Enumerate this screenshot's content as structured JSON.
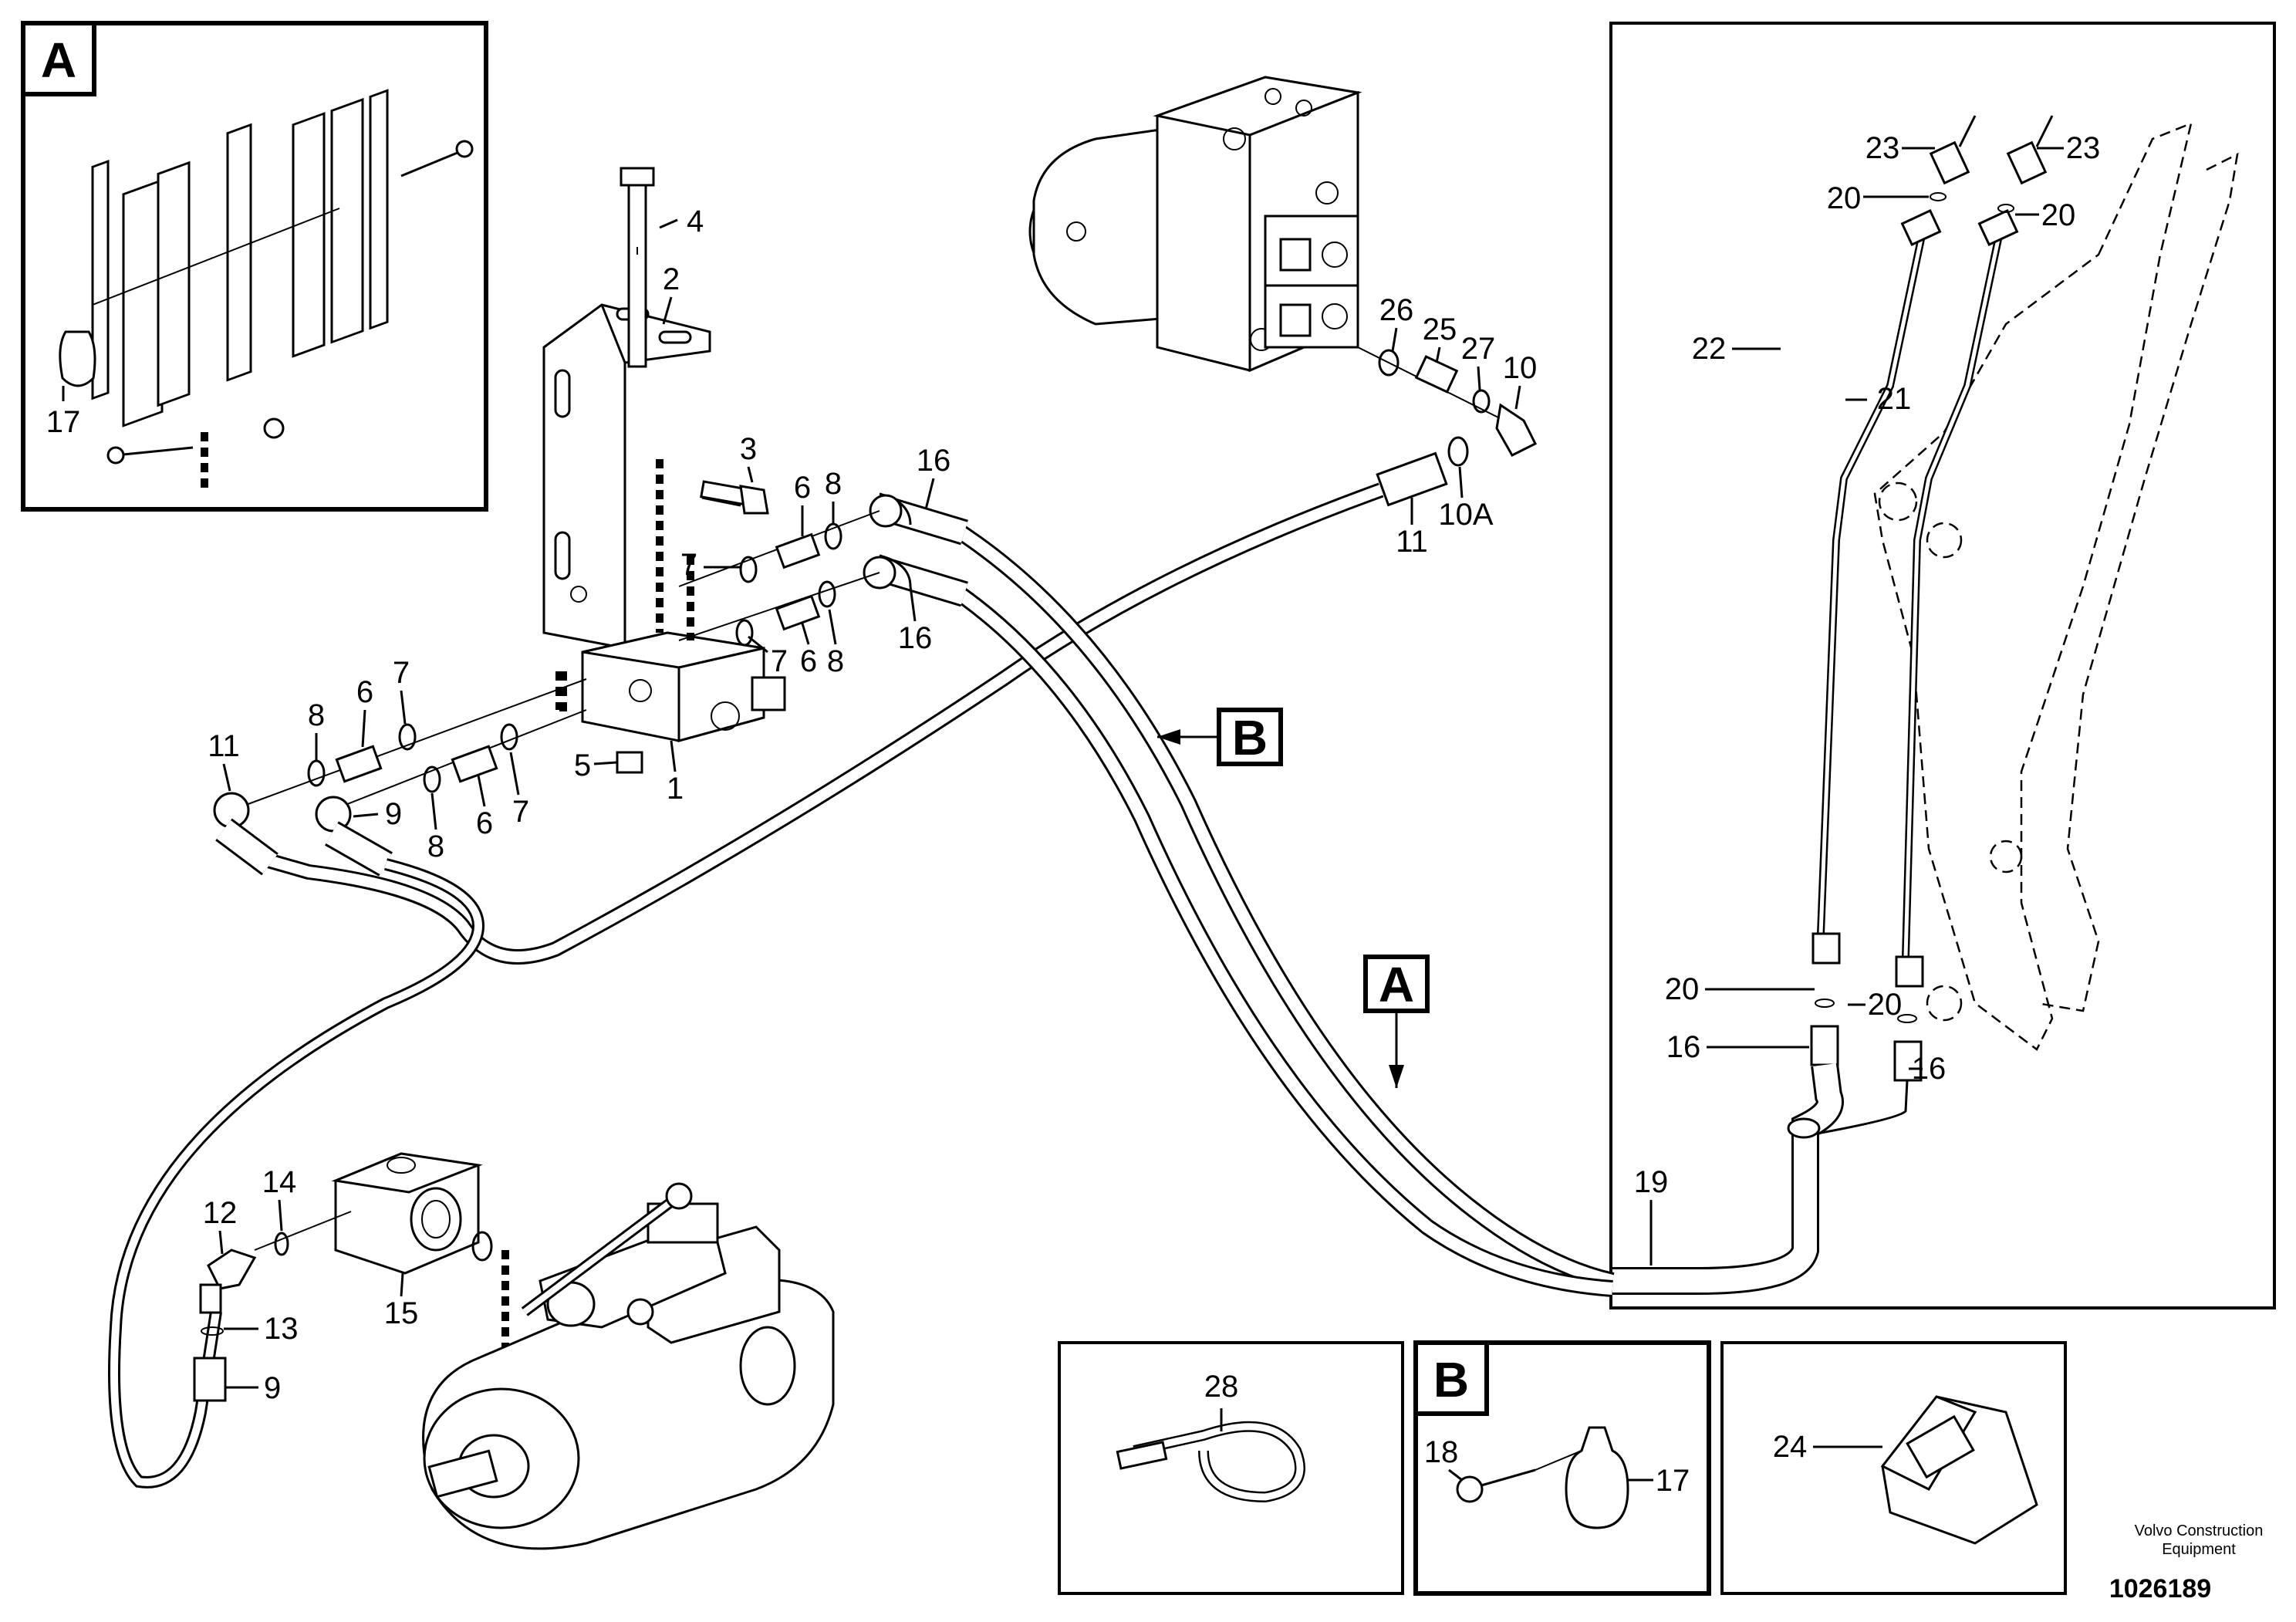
{
  "callouts": {
    "c1": "1",
    "c2": "2",
    "c3": "3",
    "c4": "4",
    "c5": "5",
    "c6a": "6",
    "c6b": "6",
    "c6c": "6",
    "c6d": "6",
    "c7a": "7",
    "c7b": "7",
    "c7c": "7",
    "c7d": "7",
    "c8a": "8",
    "c8b": "8",
    "c8c": "8",
    "c8d": "8",
    "c9a": "9",
    "c9b": "9",
    "c10": "10",
    "c10a": "10A",
    "c11a": "11",
    "c11b": "11",
    "c12": "12",
    "c13": "13",
    "c14": "14",
    "c15": "15",
    "c16a": "16",
    "c16b": "16",
    "c16c": "16",
    "c16d": "16",
    "c17a": "17",
    "c17b": "17",
    "c18": "18",
    "c19": "19",
    "c20a": "20",
    "c20b": "20",
    "c20c": "20",
    "c20d": "20",
    "c21": "21",
    "c22": "22",
    "c23a": "23",
    "c23b": "23",
    "c24": "24",
    "c25": "25",
    "c26": "26",
    "c27": "27",
    "c28": "28"
  },
  "markers": {
    "detail_a_box": "A",
    "detail_b_box": "B",
    "ref_a": "A",
    "ref_b": "B"
  },
  "footer": {
    "credit_line1": "Volvo Construction",
    "credit_line2": "Equipment",
    "doc_number": "1026189"
  }
}
